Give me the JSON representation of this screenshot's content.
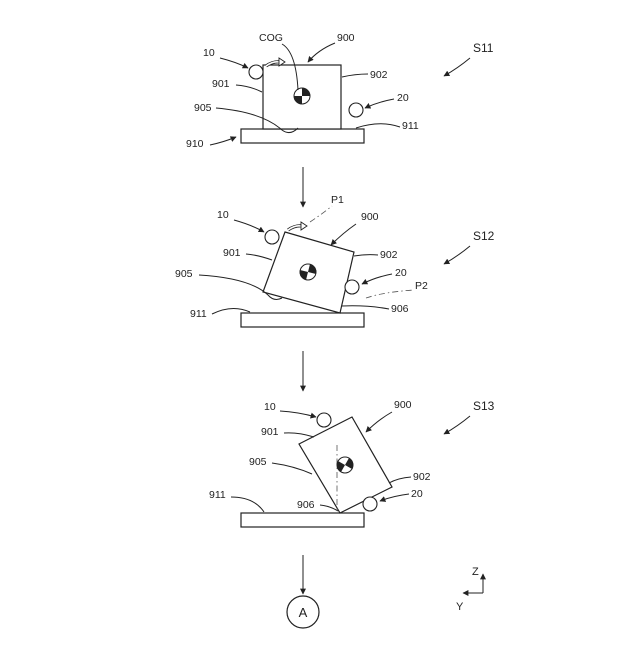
{
  "labels": {
    "cog": "COG",
    "box": "900",
    "side1": "901",
    "side2": "902",
    "edge": "905",
    "corner": "906",
    "table_top": "911",
    "table": "910",
    "roller1": "10",
    "roller2": "20",
    "p1": "P1",
    "p2": "P2"
  },
  "steps": [
    "S11",
    "S12",
    "S13"
  ],
  "connector": "A",
  "axes": {
    "z": "Z",
    "y": "Y"
  }
}
